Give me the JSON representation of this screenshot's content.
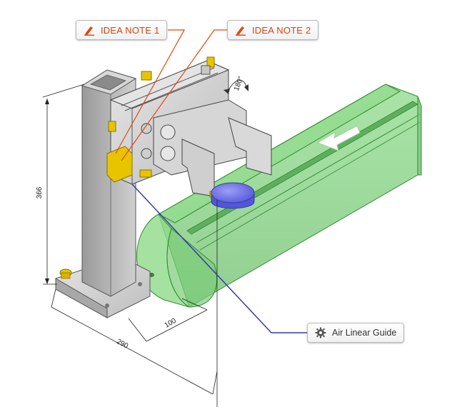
{
  "callouts": {
    "idea_note_1": "IDEA NOTE 1",
    "idea_note_2": "IDEA NOTE 2",
    "air_linear_guide": "Air Linear Guide"
  },
  "dimensions": {
    "height": "366",
    "width": "290",
    "depth": "100",
    "rotation": "180°"
  },
  "colors": {
    "note_accent": "#e2480f",
    "guide_fill": "#7fd87f",
    "guide_stroke": "#2e8b2e",
    "frame_gray": "#bdbdbd",
    "brass": "#e8c400",
    "workpiece_blue": "#6f73e8",
    "leader_blue": "#3a3aa8"
  },
  "icons": {
    "idea_note": "pencil-icon",
    "air_linear_guide": "gear-icon"
  }
}
